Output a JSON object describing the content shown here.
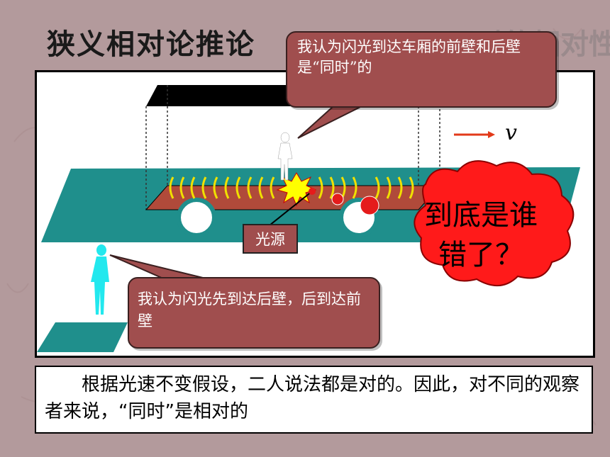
{
  "slide": {
    "title": "狭义相对论推论",
    "title_tail": "：同时的相对性",
    "bubble_train": "我认为闪光到达车厢的前壁和后壁是“同时”的",
    "bubble_ground": "我认为闪光先到达后壁，后到达前壁",
    "light_source_label": "光源",
    "velocity_label": "v",
    "cloud_text": "到底是谁错了？",
    "conclusion": "根据光速不变假设，二人说法都是对的。因此，对不同的观察者来说，“同时”是相对的"
  },
  "colors": {
    "bubble": "#a04e4e",
    "platform": "#1f8f8c",
    "cloud": "#ff1a1a",
    "arrow": "#e23a1a",
    "waves": "#f0e000",
    "observer": "#22e8ee"
  }
}
